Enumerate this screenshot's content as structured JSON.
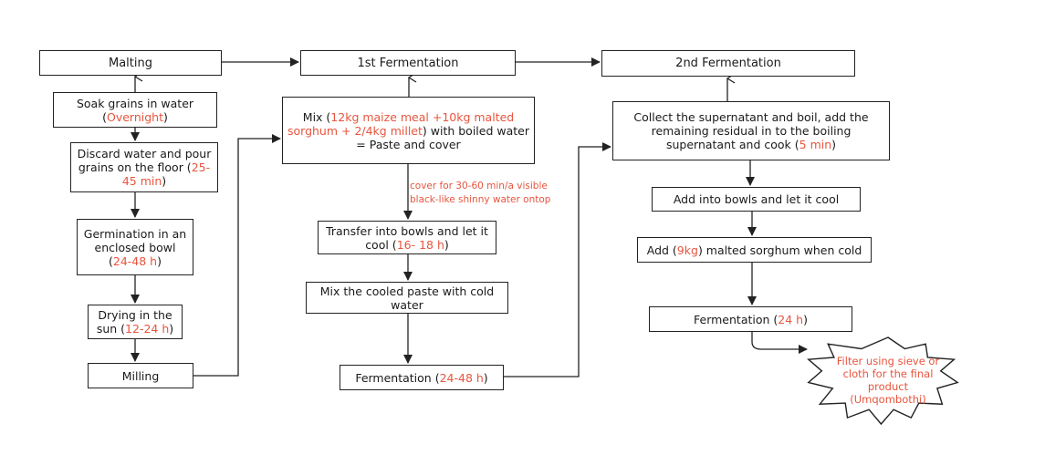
{
  "headers": {
    "malting": "Malting",
    "first": "1st Fermentation",
    "second": "2nd Fermentation"
  },
  "malting": {
    "soak": {
      "line1": "Soak grains in water",
      "time": "Overnight"
    },
    "discard": {
      "line1": "Discard water and pour",
      "line2": "grains on the floor (",
      "time": "25-45 min",
      "close": ")"
    },
    "germ": {
      "line1": "Germination in an",
      "line2": "enclosed bowl (",
      "time": "24-48 h",
      "close": ")"
    },
    "dry": {
      "line1": "Drying in the",
      "line2": "sun (",
      "time": "12-24 h",
      "close": ")"
    },
    "mill": {
      "label": "Milling"
    }
  },
  "first": {
    "mix": {
      "pre": "Mix (",
      "ingredients": "12kg maize meal +10kg malted sorghum + 2/4kg millet",
      "post": ") with boiled water",
      "line3": "= Paste and cover"
    },
    "note": "cover for 30-60 min/a visible black-like shinny water ontop",
    "transfer": {
      "line1": "Transfer into bowls and let it",
      "line2": "cool (",
      "time": "16- 18 h",
      "close": ")"
    },
    "mixcold": {
      "line1": "Mix the cooled paste with cold",
      "line2": "water"
    },
    "ferm": {
      "pre": "Fermentation (",
      "time": "24-48 h",
      "close": ")"
    }
  },
  "second": {
    "collect": {
      "line1": "Collect the supernatant and boil, add the",
      "line2": "remaining residual in to the boiling",
      "line3": "supernatant and cook (",
      "time": "5 min",
      "close": ")"
    },
    "bowls": {
      "label": "Add into bowls and let it cool"
    },
    "add": {
      "pre": "Add (",
      "amount": "9kg",
      "post": ") malted sorghum when cold"
    },
    "ferm": {
      "pre": "Fermentation (",
      "time": "24 h",
      "close": ")"
    },
    "final": "Filter using sieve or cloth for the final product (Umqombothi)"
  },
  "colors": {
    "accent": "#e8553e",
    "ink": "#222222"
  }
}
